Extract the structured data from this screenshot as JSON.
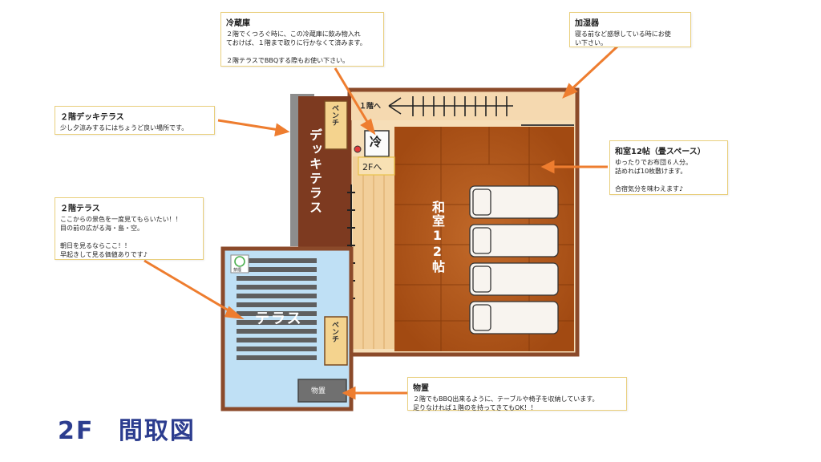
{
  "title": {
    "floor": "2F",
    "label": "間取図"
  },
  "rooms": {
    "deck_terrace": "デッキテラス",
    "bench": "ベンチ",
    "fridge": "冷",
    "to_2f": "2Fへ",
    "stairs": "１階へ",
    "washitsu": "和室12帖",
    "terrace": "テラス",
    "storage": "物置",
    "no_smoking": "禁煙"
  },
  "callouts": {
    "fridge": {
      "title": "冷蔵庫",
      "lines": [
        "２階でくつろぐ時に、この冷蔵庫に飲み物入れ",
        "ておけば、１階まで取りに行かなくて済みます。",
        "",
        "２階テラスでBBQする際もお使い下さい。"
      ]
    },
    "humidifier": {
      "title": "加湿器",
      "lines": [
        "寝る前など感想している時にお使",
        "い下さい。"
      ]
    },
    "deck": {
      "title": "２階デッキテラス",
      "lines": [
        "少し夕涼みするにはちょうど良い場所です。"
      ]
    },
    "washitsu": {
      "title": "和室12帖（畳スペース）",
      "lines": [
        "ゆったりでお布団６人分。",
        "詰めれば10枚敷けます。",
        "",
        "合宿気分を味わえます♪"
      ]
    },
    "terrace": {
      "title": "２階テラス",
      "lines": [
        "ここからの景色を一度見てもらいたい！！",
        "目の前の広がる海・島・空。",
        "",
        "朝日を見るならここ！！",
        "早起きして見る価値ありです♪"
      ]
    },
    "storage": {
      "title": "物置",
      "lines": [
        "２階でもBBQ出来るように、テーブルや椅子を収納しています。",
        "足りなければ１階のを持ってきてもOK！！"
      ]
    }
  },
  "colors": {
    "arrow": "#ee7d2f",
    "floor_brown": "#b4581a",
    "deck": "#7d3a20",
    "terrace_blue": "#bfe0f5",
    "title_blue": "#2c3d8f",
    "callout_border": "#e9cf7d"
  }
}
